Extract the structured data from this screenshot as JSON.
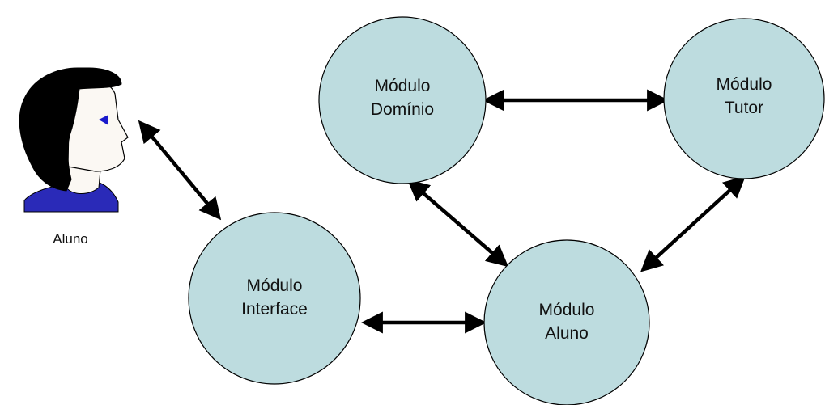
{
  "colors": {
    "node_fill": "#bddcdf",
    "node_stroke": "#000000",
    "arrow": "#000000",
    "person_hair": "#000000",
    "person_shirt": "#2a2ab8",
    "person_eye": "#1a1acc"
  },
  "person": {
    "label": "Aluno",
    "icon": "student-head-icon"
  },
  "nodes": {
    "dominio": {
      "line1": "Módulo",
      "line2": "Domínio"
    },
    "tutor": {
      "line1": "Módulo",
      "line2": "Tutor"
    },
    "interface": {
      "line1": "Módulo",
      "line2": "Interface"
    },
    "aluno": {
      "line1": "Módulo",
      "line2": "Aluno"
    }
  },
  "connections": [
    {
      "from": "person",
      "to": "interface",
      "type": "bidirectional"
    },
    {
      "from": "dominio",
      "to": "tutor",
      "type": "bidirectional"
    },
    {
      "from": "dominio",
      "to": "aluno",
      "type": "bidirectional"
    },
    {
      "from": "tutor",
      "to": "aluno",
      "type": "bidirectional"
    },
    {
      "from": "interface",
      "to": "aluno",
      "type": "bidirectional"
    }
  ]
}
